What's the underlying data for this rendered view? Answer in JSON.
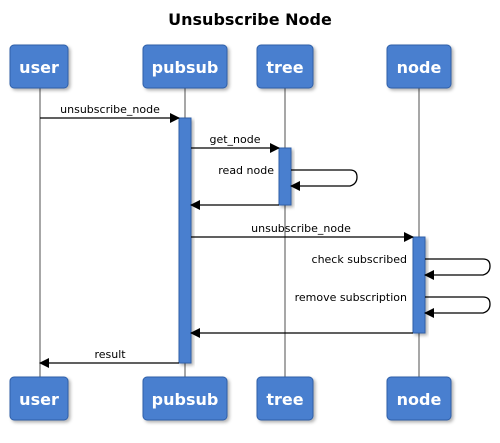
{
  "title": "Unsubscribe Node",
  "participants": [
    {
      "id": "user",
      "label": "user"
    },
    {
      "id": "pubsub",
      "label": "pubsub"
    },
    {
      "id": "tree",
      "label": "tree"
    },
    {
      "id": "node",
      "label": "node"
    }
  ],
  "messages": [
    {
      "from": "user",
      "to": "pubsub",
      "label": "unsubscribe_node"
    },
    {
      "from": "pubsub",
      "to": "tree",
      "label": "get_node"
    },
    {
      "from": "tree",
      "to": "tree",
      "label": "read node"
    },
    {
      "from": "tree",
      "to": "pubsub",
      "label": ""
    },
    {
      "from": "pubsub",
      "to": "node",
      "label": "unsubscribe_node"
    },
    {
      "from": "node",
      "to": "node",
      "label": "check subscribed"
    },
    {
      "from": "node",
      "to": "node",
      "label": "remove subscription"
    },
    {
      "from": "node",
      "to": "pubsub",
      "label": ""
    },
    {
      "from": "pubsub",
      "to": "user",
      "label": "result"
    }
  ],
  "colors": {
    "box_fill": "#4a7fcf",
    "box_stroke": "#2f5fa8",
    "activation_fill": "#4a7fcf",
    "lifeline": "#8a8a8a",
    "arrow": "#000000"
  }
}
